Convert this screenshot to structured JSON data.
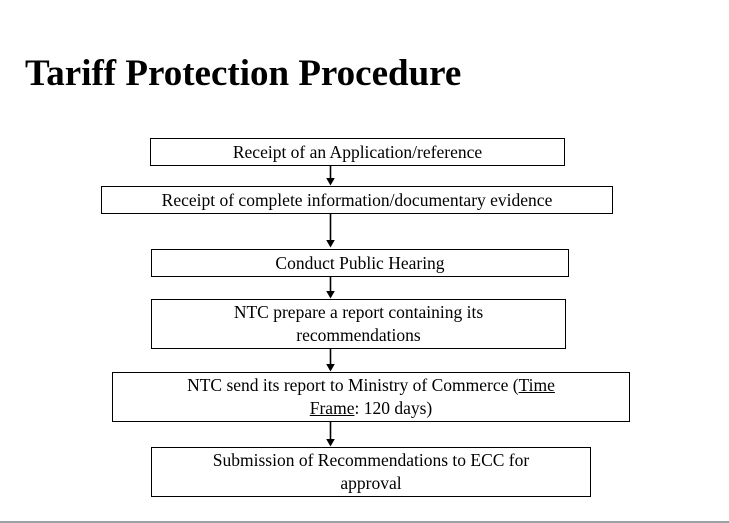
{
  "slide": {
    "title": "Tariff Protection Procedure",
    "background_color": "#ffffff",
    "text_color": "#000000",
    "border_color": "#000000",
    "bottom_rule_color": "#9aa0a6"
  },
  "flowchart": {
    "type": "vertical-process-flow",
    "orientation": "top-to-bottom",
    "step_count": 6,
    "steps": [
      {
        "id": "step-1",
        "text": "Receipt of an Application/reference",
        "lines": [
          "Receipt of an Application/reference"
        ]
      },
      {
        "id": "step-2",
        "text": "Receipt of complete information/documentary evidence",
        "lines": [
          "Receipt of complete information/documentary evidence"
        ]
      },
      {
        "id": "step-3",
        "text": "Conduct Public Hearing",
        "lines": [
          "Conduct Public Hearing"
        ]
      },
      {
        "id": "step-4",
        "text": "NTC prepare a report containing its recommendations",
        "lines": [
          "NTC prepare a report containing its",
          "recommendations"
        ]
      },
      {
        "id": "step-5",
        "text": "NTC send its report to Ministry of Commerce (Time Frame: 120 days)",
        "line1_plain": "NTC send its report to Ministry of Commerce (",
        "line1_underlined": "Time",
        "line2_underlined": "Frame",
        "line2_plain": ": 120 days)",
        "time_frame_days": "120 days"
      },
      {
        "id": "step-6",
        "text": "Submission of Recommendations to  ECC for approval",
        "lines": [
          "Submission of Recommendations to  ECC for",
          "approval"
        ]
      }
    ],
    "connectors": [
      {
        "id": "arrow-1-2",
        "from": "step-1",
        "to": "step-2",
        "glyph": "down-arrow"
      },
      {
        "id": "arrow-2-3",
        "from": "step-2",
        "to": "step-3",
        "glyph": "down-arrow"
      },
      {
        "id": "arrow-3-4",
        "from": "step-3",
        "to": "step-4",
        "glyph": "down-arrow"
      },
      {
        "id": "arrow-4-5",
        "from": "step-4",
        "to": "step-5",
        "glyph": "down-arrow"
      },
      {
        "id": "arrow-5-6",
        "from": "step-5",
        "to": "step-6",
        "glyph": "down-arrow"
      }
    ]
  }
}
